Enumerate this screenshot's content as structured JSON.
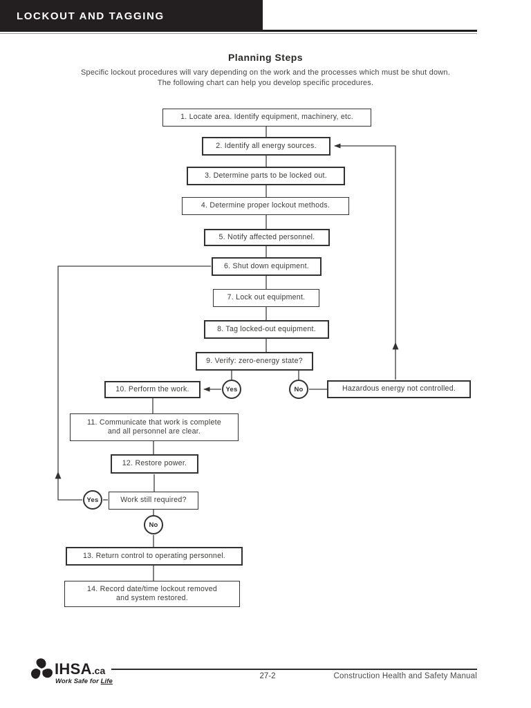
{
  "header": {
    "title": "LOCKOUT AND TAGGING"
  },
  "intro": {
    "title": "Planning Steps",
    "line1": "Specific lockout procedures will vary depending on the work and the processes which must be shut down.",
    "line2": "The following chart can help you develop specific procedures."
  },
  "flowchart": {
    "steps": {
      "s1": "1. Locate area. Identify equipment, machinery, etc.",
      "s2": "2. Identify all energy sources.",
      "s3": "3. Determine parts to be locked out.",
      "s4": "4. Determine proper lockout methods.",
      "s5": "5. Notify affected personnel.",
      "s6": "6. Shut down equipment.",
      "s7": "7. Lock out equipment.",
      "s8": "8. Tag locked-out equipment.",
      "s9": "9. Verify: zero-energy state?",
      "s10": "10. Perform the work.",
      "s11_line1": "11. Communicate that work is complete",
      "s11_line2": "and all personnel are clear.",
      "s12": "12. Restore power.",
      "s13": "13. Return control to operating personnel.",
      "s14_line1": "14. Record date/time lockout removed",
      "s14_line2": "and system restored."
    },
    "decision_work_still": "Work still required?",
    "hazard_label": "Hazardous energy not controlled.",
    "labels": {
      "yes1": "Yes",
      "no1": "No",
      "yes2": "Yes",
      "no2": "No"
    }
  },
  "footer": {
    "logo_name": "IHSA",
    "logo_tld": ".ca",
    "tagline_prefix": "Work Safe for ",
    "tagline_emph": "Life",
    "page_number": "27-2",
    "manual_title": "Construction Health and Safety Manual"
  },
  "colors": {
    "bar_black": "#231f20",
    "line": "#3c3c3c",
    "ink": "#2e2d2c"
  }
}
